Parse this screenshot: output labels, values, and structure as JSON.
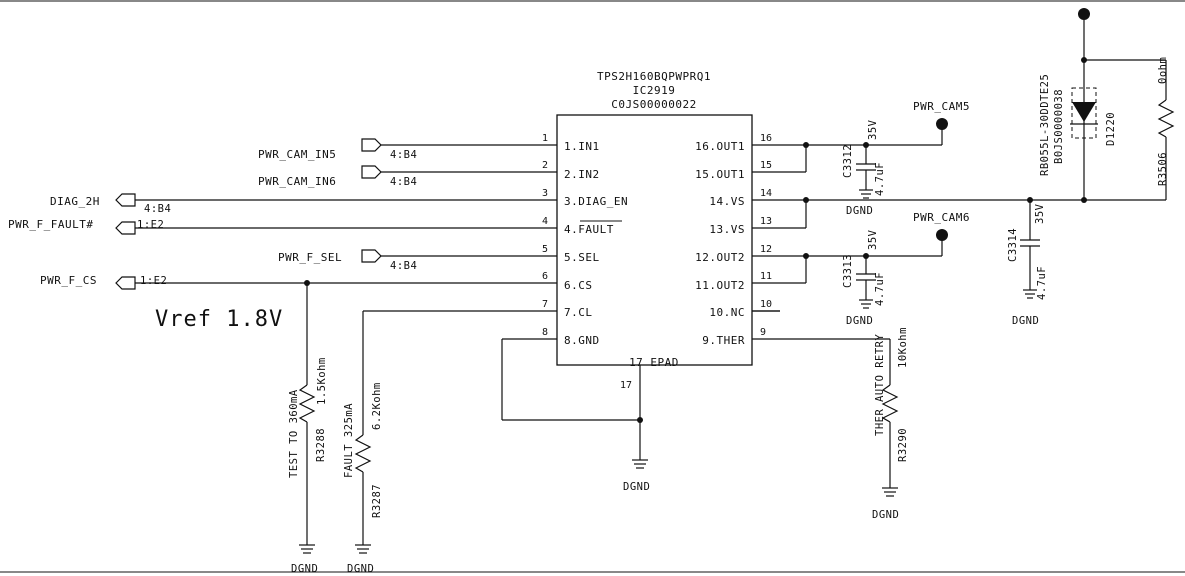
{
  "ic": {
    "part": "TPS2H160BQPWPRQ1",
    "ref": "IC2919",
    "code": "C0JS00000022",
    "left_pins": [
      {
        "num": "1",
        "name": "1.IN1"
      },
      {
        "num": "2",
        "name": "2.IN2"
      },
      {
        "num": "3",
        "name": "3.DIAG_EN"
      },
      {
        "num": "4",
        "name": "4.FAULT"
      },
      {
        "num": "5",
        "name": "5.SEL"
      },
      {
        "num": "6",
        "name": "6.CS"
      },
      {
        "num": "7",
        "name": "7.CL"
      },
      {
        "num": "8",
        "name": "8.GND"
      }
    ],
    "right_pins": [
      {
        "num": "16",
        "name": "16.OUT1"
      },
      {
        "num": "15",
        "name": "15.OUT1"
      },
      {
        "num": "14",
        "name": "14.VS"
      },
      {
        "num": "13",
        "name": "13.VS"
      },
      {
        "num": "12",
        "name": "12.OUT2"
      },
      {
        "num": "11",
        "name": "11.OUT2"
      },
      {
        "num": "10",
        "name": "10.NC"
      },
      {
        "num": "9",
        "name": "9.THER"
      }
    ],
    "epad_label": "17 EPAD",
    "epad_num": "17"
  },
  "nets": {
    "pwr_cam_in5": "PWR_CAM_IN5",
    "pwr_cam_in6": "PWR_CAM_IN6",
    "diag_2h": "DIAG_2H",
    "pwr_f_fault": "PWR_F_FAULT#",
    "pwr_f_sel": "PWR_F_SEL",
    "pwr_f_cs": "PWR_F_CS",
    "pwr_cam5": "PWR_CAM5",
    "pwr_cam6": "PWR_CAM6",
    "ref_4b4": "4:B4",
    "ref_1e2": "1:E2"
  },
  "note": "Vref 1.8V",
  "components": {
    "r3288": {
      "ref": "R3288",
      "value": "1.5Kohm",
      "note": "TEST TO 360mA"
    },
    "r3287": {
      "ref": "R3287",
      "value": "6.2Kohm",
      "note": "FAULT 325mA"
    },
    "r3290": {
      "ref": "R3290",
      "value": "10Kohm",
      "note": "THER AUTO RETRY"
    },
    "r3506": {
      "ref": "R3506",
      "value": "0ohm"
    },
    "c3312": {
      "ref": "C3312",
      "voltage": "35V",
      "value": "4.7uF"
    },
    "c3313": {
      "ref": "C3313",
      "voltage": "35V",
      "value": "4.7uF"
    },
    "c3314": {
      "ref": "C3314",
      "voltage": "35V",
      "value": "4.7uF"
    },
    "d1220": {
      "ref": "D1220",
      "part": "RB055L-30DDTE25",
      "code": "B0JS0000038"
    }
  },
  "ground_label": "DGND"
}
